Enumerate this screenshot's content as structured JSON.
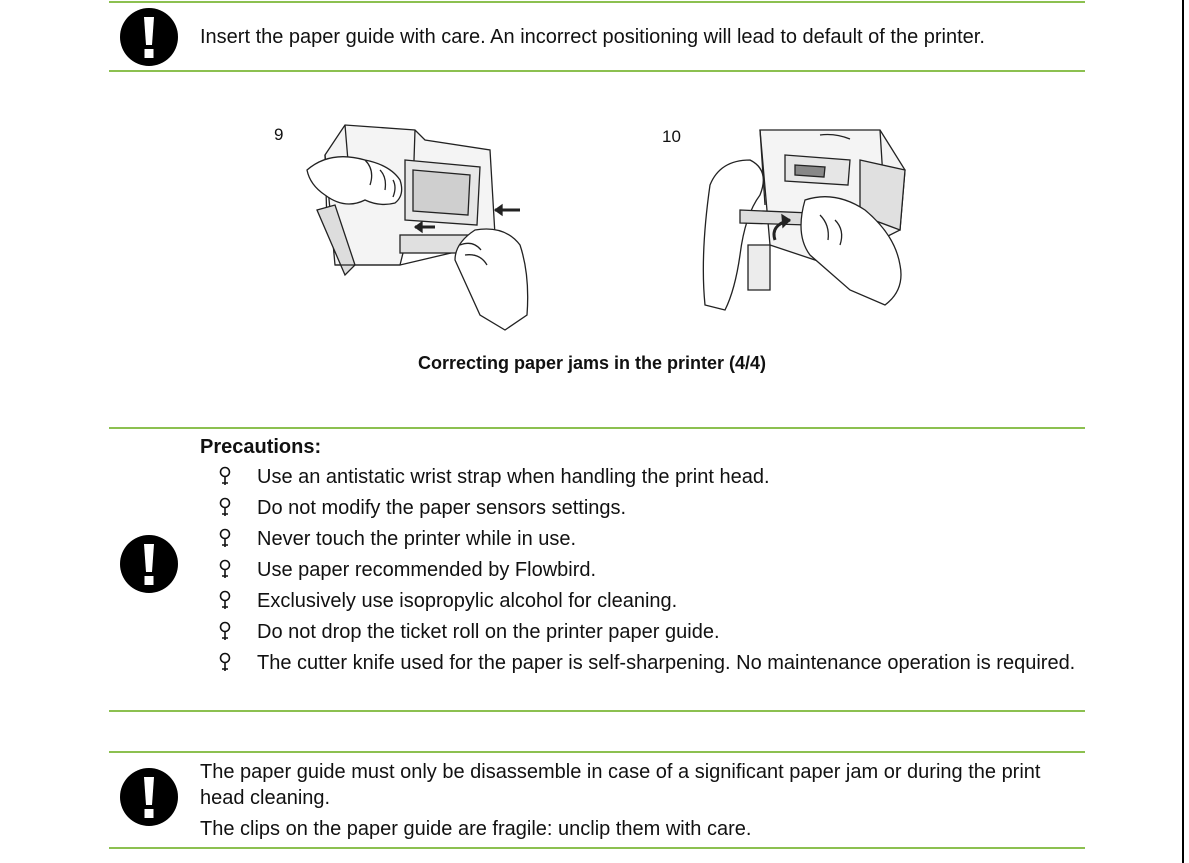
{
  "notice_top": {
    "icon": "exclamation-warning-icon",
    "text": "Insert the paper guide with care. An incorrect positioning will lead to default of the printer."
  },
  "figures": [
    {
      "number": "9",
      "illustration": "hands-inserting-paper-guide"
    },
    {
      "number": "10",
      "illustration": "hands-clipping-paper-guide"
    }
  ],
  "caption": "Correcting paper jams in the printer (4/4)",
  "precautions": {
    "icon": "exclamation-warning-icon",
    "bullet_icon": "pin-bullet-icon",
    "title": "Precautions:",
    "items": [
      "Use an antistatic wrist strap when handling the print head.",
      "Do not modify the paper sensors settings.",
      "Never touch the printer while in use.",
      "Use paper recommended by Flowbird.",
      "Exclusively use isopropylic alcohol for cleaning.",
      "Do not drop the ticket roll on the printer paper guide.",
      "The cutter knife used for the paper is self-sharpening. No maintenance operation is required."
    ]
  },
  "notice_bottom": {
    "icon": "exclamation-warning-icon",
    "paragraphs": [
      "The paper guide must only be disassemble in case of a significant paper jam or during the print head cleaning.",
      "The clips on the paper guide are fragile: unclip them with care."
    ]
  },
  "colors": {
    "rule_green": "#8cc050",
    "icon_black": "#000000"
  }
}
